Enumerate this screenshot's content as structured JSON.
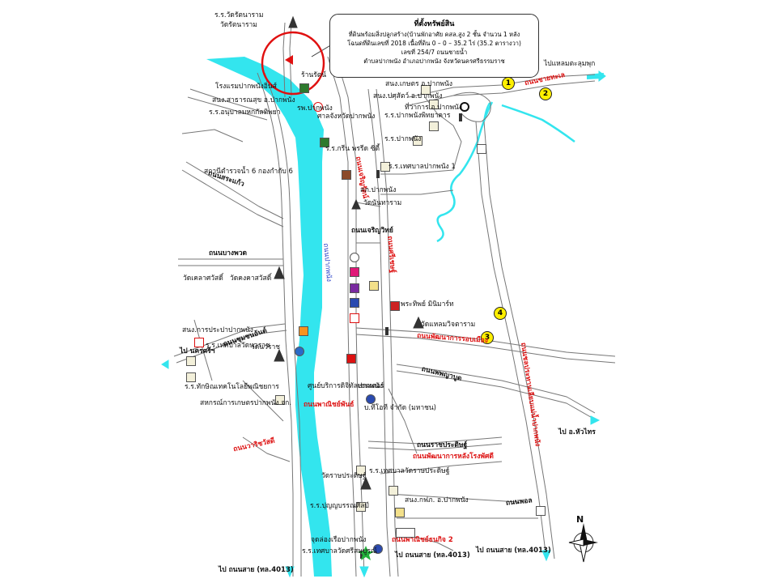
{
  "info_box": {
    "title": "ที่ตั้งทรัพย์สิน",
    "lines": [
      "ที่ดินพร้อมสิ่งปลูกสร้าง(บ้านพักอาศัย คสล.สูง 2 ชั้น จำนวน 1 หลัง",
      "โฉนดที่ดินเลขที่ 2018 เนื้อที่ดิน 0 – 0 – 35.2 ไร่ (35.2 ตารางวา)",
      "เลขที่ 254/7 ถนนชายน้ำ",
      "ตำบลปากพนัง อำเภอปากพนัง จังหวัดนครศรีธรรมราช"
    ]
  },
  "markers": [
    "1",
    "2",
    "3",
    "4"
  ],
  "north_label": "N",
  "colors": {
    "river": "#33e5ee",
    "red_label": "#d11111",
    "marker_fill": "#ffef00",
    "circle": "#e01010"
  },
  "road_labels": [
    "ถนนชายทะเล",
    "ไปแหลมตะลุมพุก",
    "ถนนสระแก้ว",
    "ถนนบางพวด",
    "ถนนชุมชนอันต์",
    "ถนนเจริญวิทย์",
    "ถนนพัฒนาการรอบเมือง",
    "ถนนพาณิชย์พันธ์",
    "ถนนพัฒนาการหลังโรงพัศดี",
    "ถนนราชประดิษฐ์",
    "ถนนวาริชวัสดี",
    "ถนนพพญาบูด",
    "ถนนชลประทานเลียบแม่น้ำปากพนัง",
    "ถนนเจริญรัตน์",
    "ถนนศรีเชษฐ์",
    "ถนนพาณิชย์ธนกิจ 2",
    "ถนนปากพนัง",
    "ถนนพอล"
  ],
  "destinations": [
    "ไป นครศรีฯ",
    "ไป อ.หัวไทร",
    "ไป ถนนสาย (ทล.4013)",
    "ไป ถนนสาย (ทล.4013)",
    "ไป ถนนสาย (ทล.4013)"
  ],
  "places": [
    "ร.ร.วัดรัตนาราม",
    "วัดรัตนาราม",
    "ร้านรัตน์",
    "โรงแรมปากพนังอิ่นส์",
    "สนง.สาธารณสุข อ.ปากพนัง",
    "ร.ร.อนุบาลมหกกัลทิพยา",
    "รพ.ปากพนัง",
    "ศาลจังหวัดปากพนัง",
    "ร.ร.กรีน พรรีด ซิตี้",
    "สถานีตำรวจน้ำ 6 กองกำกับ 6",
    "ร.ร.เทศบาลปากพนัง 1",
    "สนง.เกษตร อ.ปากพนัง",
    "สนง.ปศุสัตว์ อ.ปากพนัง",
    "ที่ว่าการ อ.ปากพนัง",
    "ร.ร.ปากพนังพิทยาคาร",
    "ร.ร.ปากพนัง",
    "สภ.ปากพนัง",
    "วัดนันทาราม",
    "วัดเคลาศวัสดิ์",
    "วัดคงคาสวัสดิ์",
    "พระทิพย์ มินิมาร์ท",
    "วัดแหลมวิจตาราม",
    "สนง.การประปาปากพนัง",
    "ร.ร.เทศบาลวัดนวราช",
    "วัดนวราช",
    "ร.ร.ทักษิณเทคโนโลยีพณิชยการ",
    "สหกรณ์การเกษตรปากพนัง จก.",
    "ศูนย์บริการดิจิทัลเซนเตอร์",
    "ปากพนัง",
    "บ.ทีโอที จำกัด (มหาชน)",
    "ร.ร.เทศบาลวัดราษประดิษฐ์",
    "วัดราษประดิษฐ์",
    "ร.ร.ปุญญบรรณศิลป์",
    "สนง.กฟภ. อ.ปากพนัง",
    "จุดล่องเรือปากพนัง",
    "ร.ร.เทศบาลวัดศรีสมบูรณ์"
  ]
}
